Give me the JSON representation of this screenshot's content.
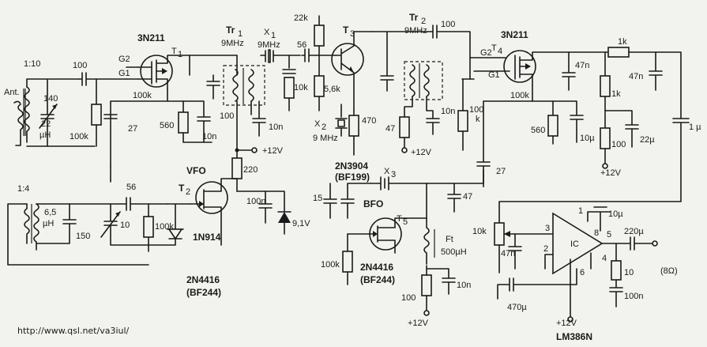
{
  "labels": {
    "ant": "Ant.",
    "ratio1": "1:10",
    "ratio2": "1:4",
    "c100_in": "100",
    "c140": "140",
    "l22": "22",
    "l22u": "µH",
    "r100k_in": "100k",
    "g2": "G2",
    "g1": "G1",
    "t1_type": "3N211",
    "t1": "T",
    "t1s": "1",
    "r100k_t1": "100k",
    "c27_a": "27",
    "r560_a": "560",
    "c10n_a": "10n",
    "tr1": "Tr",
    "tr1s": "1",
    "tr1f": "9MHz",
    "x1": "X",
    "x1s": "1",
    "x1f": "9MHz",
    "c56_a": "56",
    "r10k": "10k",
    "c100_tr1": "100",
    "c10n_b": "10n",
    "plus12_a": "+12V",
    "r220": "220",
    "r22k": "22k",
    "t3": "T",
    "t3s": "3",
    "r56k": "5,6k",
    "x2": "X",
    "x2s": "2",
    "x2f": "9 MHz",
    "r470": "470",
    "t3_type": "2N3904",
    "t3_alt": "(BF199)",
    "x3": "X",
    "x3s": "3",
    "tr2": "Tr",
    "tr2s": "2",
    "tr2f": "9MHz",
    "c100_top": "100",
    "r47_a": "47",
    "c10n_c": "10n",
    "plus12_b": "+12V",
    "r100k_b": "100",
    "r100k_bk": "k",
    "c27_b": "27",
    "c47": "47",
    "c15": "15",
    "t4_type": "3N211",
    "g2b": "G2",
    "t4": "T",
    "t4s": "4",
    "g1b": "G1",
    "c47n_a": "47n",
    "r100k_t4": "100k",
    "r560_b": "560",
    "c10u_a": "10µ",
    "r1k_a": "1k",
    "c47n_b": "47n",
    "r1k_b": "1k",
    "r100_c": "100",
    "c22u": "22µ",
    "c1u": "1 µ",
    "plus12_c": "+12V",
    "vfo": "VFO",
    "t2": "T",
    "t2s": "2",
    "c56_b": "56",
    "l65": "6,5",
    "l65u": "µH",
    "c150": "150",
    "c10": "10",
    "r100k_vfo": "100k",
    "d1n914": "1N914",
    "c100n_a": "100n",
    "zener": "9,1V",
    "t2_type": "2N4416",
    "t2_alt": "(BF244)",
    "bfo": "BFO",
    "t5": "T",
    "t5s": "5",
    "r100k_bfo": "100k",
    "t5_type": "2N4416",
    "t5_alt": "(BF244)",
    "ft": "Ft",
    "ft_val": "500µH",
    "r100_d": "100",
    "c10n_d": "10n",
    "plus12_d": "+12V",
    "r10k_pot": "10k",
    "c47n_c": "47n",
    "ic": "IC",
    "pin3": "3",
    "pin2": "2",
    "pin8": "8",
    "pin4": "4",
    "pin6": "6",
    "pin5": "5",
    "pin1": "1",
    "c10u_b": "10µ",
    "c470u": "470µ",
    "plus12_e": "+12V",
    "lm386": "LM386N",
    "c220u": "220µ",
    "r10_e": "10",
    "c100n_b": "100n",
    "spk": "(8Ω)",
    "url": "http://www.qsl.net/va3iul/"
  }
}
